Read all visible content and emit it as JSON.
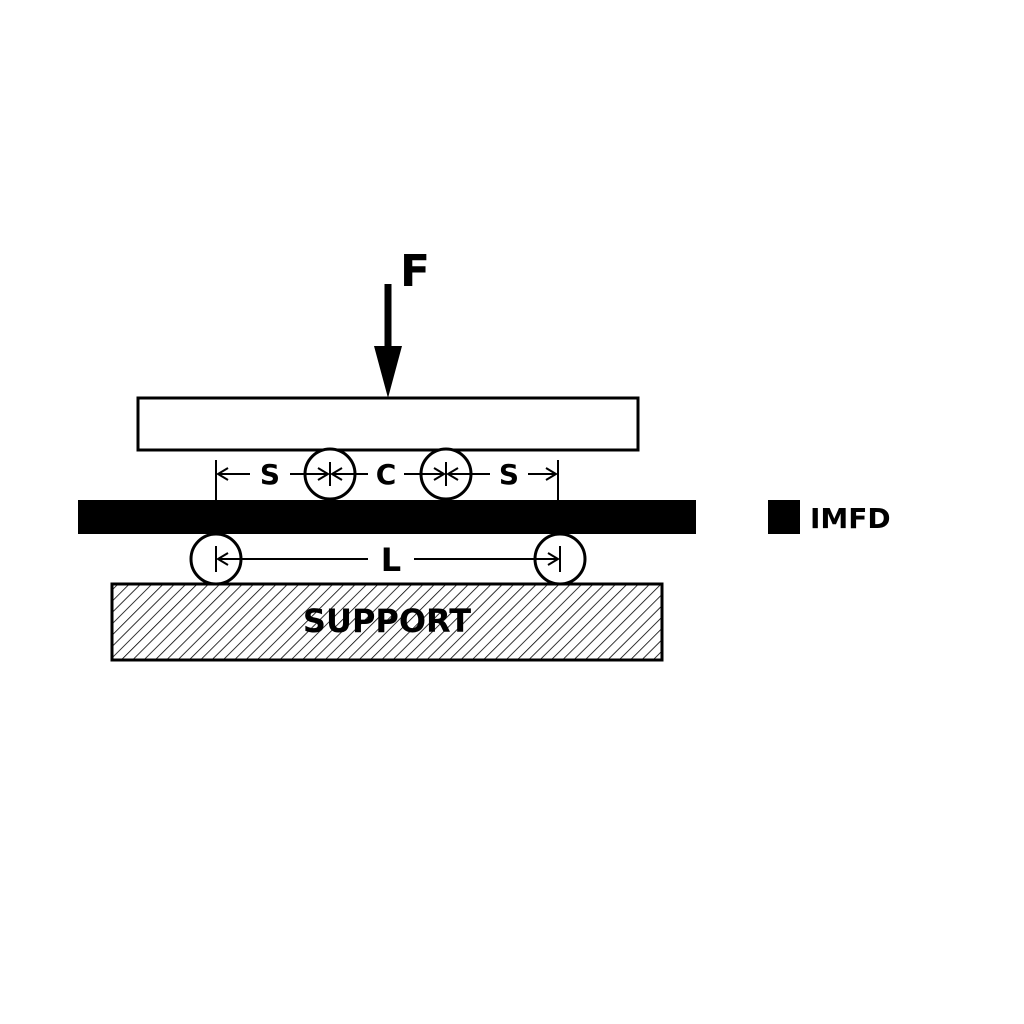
{
  "diagram": {
    "force_label": "F",
    "spacing_left_label": "S",
    "center_label": "C",
    "spacing_right_label": "S",
    "span_label": "L",
    "support_label": "SUPPORT",
    "legend_label": "IMFD"
  },
  "colors": {
    "ink": "#000000",
    "background": "#ffffff",
    "specimen": "#000000"
  }
}
